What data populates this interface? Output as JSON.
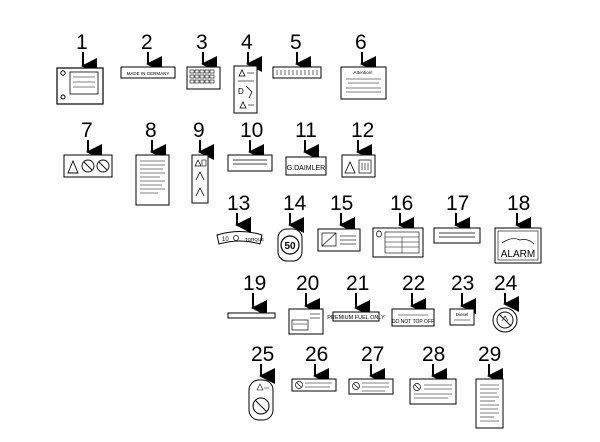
{
  "diagram": {
    "items": [
      {
        "number": "1"
      },
      {
        "number": "2",
        "text": "MADE IN GERMANY"
      },
      {
        "number": "3"
      },
      {
        "number": "4"
      },
      {
        "number": "5"
      },
      {
        "number": "6",
        "text": "Attention!"
      },
      {
        "number": "7"
      },
      {
        "number": "8"
      },
      {
        "number": "9"
      },
      {
        "number": "10"
      },
      {
        "number": "11",
        "text": "G.DAIMLER"
      },
      {
        "number": "12"
      },
      {
        "number": "13",
        "text": "TORQUE"
      },
      {
        "number": "14",
        "text": "50"
      },
      {
        "number": "15"
      },
      {
        "number": "16"
      },
      {
        "number": "17"
      },
      {
        "number": "18",
        "text": "ALARM"
      },
      {
        "number": "19"
      },
      {
        "number": "20"
      },
      {
        "number": "21",
        "text": "PREMIUM FUEL ONLY"
      },
      {
        "number": "22",
        "text": "DO NOT TOP OFF"
      },
      {
        "number": "23",
        "text": "Diesel"
      },
      {
        "number": "24"
      },
      {
        "number": "25"
      },
      {
        "number": "26"
      },
      {
        "number": "27"
      },
      {
        "number": "28"
      },
      {
        "number": "29"
      }
    ]
  }
}
